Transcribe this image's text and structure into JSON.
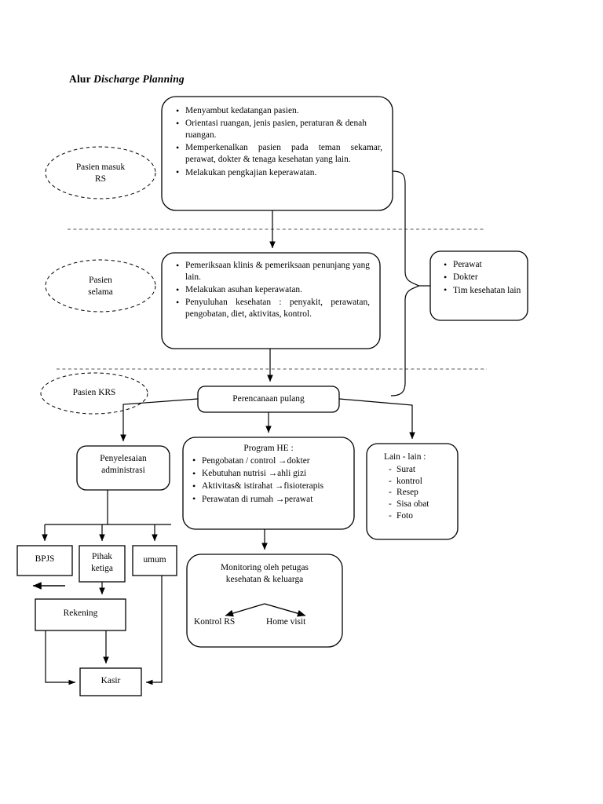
{
  "title": {
    "prefix": "Alur ",
    "italic": "Discharge Planning"
  },
  "phases": [
    {
      "id": "masuk",
      "label_line1": "Pasien masuk",
      "label_line2": "RS"
    },
    {
      "id": "selama",
      "label_line1": "Pasien",
      "label_line2": "selama"
    },
    {
      "id": "krs",
      "label_line1": "Pasien KRS",
      "label_line2": ""
    }
  ],
  "box_admission": {
    "items": [
      "Menyambut kedatangan pasien.",
      "Orientasi ruangan, jenis pasien, peraturan & denah ruangan.",
      "Memperkenalkan pasien pada teman sekamar, perawat, dokter & tenaga kesehatan yang lain.",
      "Melakukan pengkajian keperawatan."
    ]
  },
  "box_during": {
    "items": [
      "Pemeriksaan klinis & pemeriksaan penunjang yang lain.",
      "Melakukan asuhan keperawatan.",
      "Penyuluhan kesehatan : penyakit, perawatan, pengobatan, diet, aktivitas, kontrol."
    ]
  },
  "box_team": {
    "items": [
      "Perawat",
      "Dokter",
      "Tim kesehatan lain"
    ]
  },
  "box_discharge_plan": {
    "label": "Perencanaan pulang"
  },
  "box_admin": {
    "line1": "Penyelesaian",
    "line2": "administrasi"
  },
  "box_program_he": {
    "heading": "Program HE :",
    "items": [
      "Pengobatan / control →dokter",
      "Kebutuhan nutrisi →ahli gizi",
      "Aktivitas& istirahat →fisioterapis",
      "Perawatan di rumah →perawat"
    ]
  },
  "box_other": {
    "heading": "Lain - lain :",
    "items": [
      "Surat",
      "kontrol",
      "Resep",
      "Sisa obat",
      "Foto"
    ]
  },
  "payers": [
    {
      "label": "BPJS"
    },
    {
      "label_line1": "Pihak",
      "label_line2": "ketiga"
    },
    {
      "label": "umum"
    }
  ],
  "box_rekening": {
    "label": "Rekening"
  },
  "box_kasir": {
    "label": "Kasir"
  },
  "box_monitoring": {
    "line1": "Monitoring oleh petugas",
    "line2": "kesehatan & keluarga",
    "left": "Kontrol RS",
    "right": "Home visit"
  },
  "style": {
    "stroke": "#000000",
    "background": "#ffffff",
    "divider": "#555555"
  }
}
